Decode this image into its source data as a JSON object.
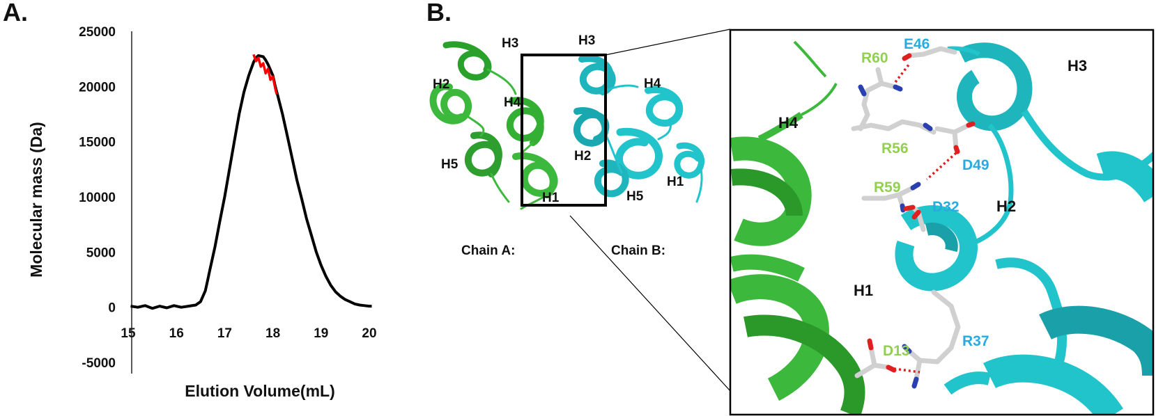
{
  "panels": {
    "a_label": "A.",
    "b_label": "B."
  },
  "colors": {
    "trace": "#000000",
    "peak_highlight": "#ff0000",
    "chain_a": "#3cb93c",
    "chain_b": "#22c4cc",
    "residue_a_label": "#92d050",
    "residue_b_label": "#29abe2",
    "hbond": "#e02020",
    "sidechain": "#d0d0d0"
  },
  "chart_data": {
    "type": "line",
    "xlabel": "Elution Volume(mL)",
    "ylabel": "Molecular mass (Da)",
    "xlim": [
      15,
      20
    ],
    "ylim": [
      -5000,
      25000
    ],
    "xticks": [
      "15",
      "16",
      "17",
      "18",
      "19",
      "20"
    ],
    "yticks": [
      "25000",
      "20000",
      "15000",
      "10000",
      "5000",
      "0",
      "-5000"
    ],
    "grid": false,
    "series": [
      {
        "x": [
          15.05,
          15.2,
          15.35,
          15.5,
          15.65,
          15.8,
          15.95,
          16.1,
          16.25,
          16.4,
          16.5,
          16.6,
          16.65,
          16.7,
          16.8,
          16.9,
          17.0,
          17.1,
          17.2,
          17.3,
          17.4,
          17.5,
          17.6,
          17.65,
          17.7,
          17.8,
          17.85,
          17.9,
          18.0,
          18.05,
          18.1,
          18.2,
          18.3,
          18.4,
          18.5,
          18.6,
          18.7,
          18.8,
          18.9,
          19.0,
          19.1,
          19.2,
          19.3,
          19.4,
          19.5,
          19.6,
          19.7,
          19.8,
          19.9,
          20.0,
          20.05
        ],
        "y": [
          100,
          0,
          150,
          -100,
          100,
          -50,
          150,
          0,
          100,
          200,
          500,
          1500,
          2500,
          3500,
          5500,
          7800,
          10000,
          12500,
          15000,
          17500,
          19500,
          21000,
          22200,
          22600,
          22800,
          22700,
          22400,
          22000,
          21000,
          20000,
          19200,
          17500,
          15500,
          13500,
          11500,
          9800,
          8000,
          6500,
          5000,
          3800,
          2800,
          2000,
          1400,
          1000,
          700,
          500,
          300,
          200,
          150,
          100,
          100
        ]
      },
      {
        "name": "peak",
        "x": [
          17.6,
          17.65,
          17.7,
          17.75,
          17.8,
          17.85,
          17.9,
          17.95,
          18.0,
          18.05,
          18.08
        ],
        "y": [
          22900,
          22300,
          22600,
          21800,
          22100,
          21200,
          21600,
          20600,
          20900,
          19800,
          19300
        ]
      }
    ]
  },
  "structure": {
    "overview_helices_a": [
      "H3",
      "H2",
      "H4",
      "H5",
      "H1"
    ],
    "overview_helices_b": [
      "H3",
      "H4",
      "H2",
      "H1",
      "H5"
    ],
    "chain_a_label": "Chain A:",
    "chain_b_label": "Chain B:",
    "zoom_helices": [
      "H3",
      "H4",
      "H2",
      "H1"
    ],
    "residues_a": [
      "R60",
      "R56",
      "R59",
      "D13"
    ],
    "residues_b": [
      "E46",
      "D49",
      "D32",
      "R37"
    ]
  }
}
